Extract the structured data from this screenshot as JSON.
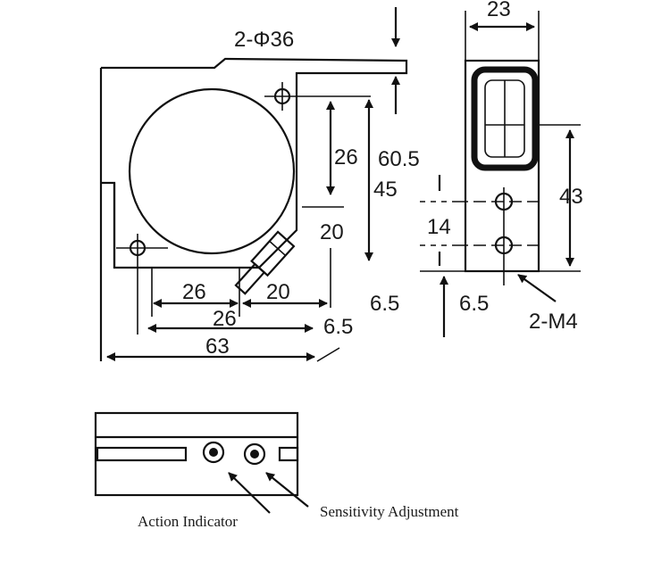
{
  "dims": {
    "phi": "2-Φ36",
    "d23": "23",
    "d26a": "26",
    "d60_5": "60.5",
    "d45": "45",
    "d20a": "20",
    "d43": "43",
    "d14": "14",
    "d26b": "26",
    "d20b": "20",
    "d6_5a": "6.5",
    "d26c": "26",
    "d6_5b": "6.5",
    "d6_5c": "6.5",
    "d63": "63",
    "m4": "2-M4"
  },
  "captions": {
    "action": "Action Indicator",
    "sensitivity": "Sensitivity Adjustment"
  }
}
